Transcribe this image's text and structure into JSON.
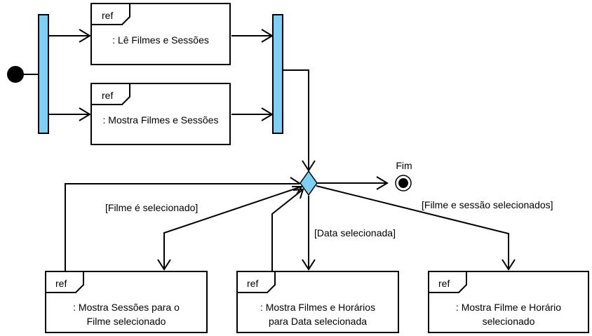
{
  "diagram": {
    "type": "UML activity diagram",
    "colors": {
      "bar_fill": "#7ccff5",
      "decision_fill": "#7ccff5",
      "stroke": "#000000",
      "background": "#ffffff"
    },
    "initial_node": {
      "label": ""
    },
    "final_node": {
      "label": "Fim"
    },
    "ref_tag": "ref",
    "activities": [
      {
        "id": "le-filmes",
        "tag": "ref",
        "lines": [
          ": Lê Filmes e Sessões"
        ]
      },
      {
        "id": "mostra-filmes",
        "tag": "ref",
        "lines": [
          ": Mostra Filmes e Sessões"
        ]
      },
      {
        "id": "mostra-sessoes",
        "tag": "ref",
        "lines": [
          ": Mostra Sessões para o",
          "Filme selecionado"
        ]
      },
      {
        "id": "mostra-horarios-data",
        "tag": "ref",
        "lines": [
          ": Mostra Filmes e Horários",
          "para Data selecionada"
        ]
      },
      {
        "id": "mostra-filme-horario",
        "tag": "ref",
        "lines": [
          ": Mostra Filme e Horário",
          "selecionado"
        ]
      }
    ],
    "guards": [
      {
        "id": "filme-selecionado",
        "text": "[Filme é selecionado]"
      },
      {
        "id": "data-selecionada",
        "text": "[Data selecionada]"
      },
      {
        "id": "filme-sessao",
        "text": "[Filme e sessão selecionados]"
      }
    ],
    "edges": [
      {
        "from": "initial",
        "to": "fork"
      },
      {
        "from": "fork",
        "to": "le-filmes"
      },
      {
        "from": "fork",
        "to": "mostra-filmes"
      },
      {
        "from": "le-filmes",
        "to": "join"
      },
      {
        "from": "mostra-filmes",
        "to": "join"
      },
      {
        "from": "join",
        "to": "decision"
      },
      {
        "from": "decision",
        "to": "final"
      },
      {
        "from": "decision",
        "to": "mostra-sessoes",
        "guard": "[Filme é selecionado]"
      },
      {
        "from": "decision",
        "to": "mostra-horarios-data",
        "guard": "[Data selecionada]"
      },
      {
        "from": "decision",
        "to": "mostra-filme-horario",
        "guard": "[Filme e sessão selecionados]"
      },
      {
        "from": "mostra-sessoes",
        "to": "decision"
      },
      {
        "from": "mostra-horarios-data",
        "to": "decision"
      }
    ]
  }
}
